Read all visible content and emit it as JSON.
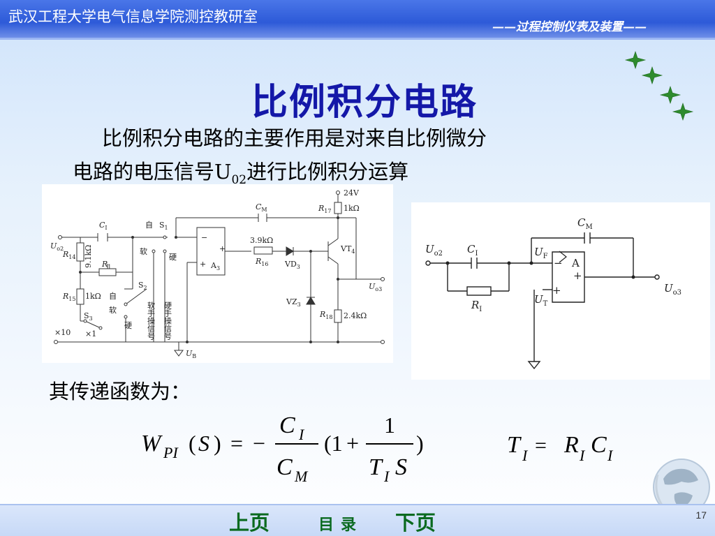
{
  "header": {
    "department": "武汉工程大学电气信息学院测控教研室",
    "course": "——过程控制仪表及装置——"
  },
  "slide": {
    "title": "比例积分电路",
    "para_line1": "比例积分电路的主要作用是对来自比例微分",
    "para_line2_pre": "电路的电压信号U",
    "para_line2_sub": "02",
    "para_line2_post": "进行比例积分运算",
    "tf_label": "其传递函数为：",
    "page_number": "17"
  },
  "circuit_left": {
    "Uo2": "U",
    "Uo2_sub": "o2",
    "R14": "R",
    "R14_sub": "14",
    "r14_val": "9.1kΩ",
    "R1": "R",
    "R1_sub": "1",
    "R15": "R",
    "R15_sub": "15",
    "r15_val": "1kΩ",
    "C1": "C",
    "C1_sub": "I",
    "CM": "C",
    "CM_sub": "M",
    "zi1": "自",
    "S1": "S",
    "S1_sub": "1",
    "ruan1": "软",
    "ying1": "硬",
    "S2": "S",
    "S2_sub": "2",
    "zi2": "自",
    "ruan2": "软",
    "ying2": "硬",
    "S3": "S",
    "S3_sub": "3",
    "x10": "×10",
    "x1": "×1",
    "soft_manual": "软手操信号",
    "hard_manual": "硬手操信号",
    "A3": "A",
    "A3_sub": "3",
    "minus": "−",
    "plus": "+",
    "r16_val": "3.9kΩ",
    "R16": "R",
    "R16_sub": "16",
    "VD3": "VD",
    "VD3_sub": "3",
    "VZ3": "VZ",
    "VZ3_sub": "3",
    "v24": "24V",
    "R17": "R",
    "R17_sub": "17",
    "r17_val": "1kΩ",
    "VT4": "VT",
    "VT4_sub": "4",
    "Uo3": "U",
    "Uo3_sub": "o3",
    "R18": "R",
    "R18_sub": "18",
    "r18_val": "2.4kΩ",
    "UB": "U",
    "UB_sub": "B"
  },
  "circuit_right": {
    "CM": "C",
    "CM_sub": "M",
    "Uo2": "U",
    "Uo2_sub": "o2",
    "CI": "C",
    "CI_sub": "I",
    "UF": "U",
    "UF_sub": "F",
    "A": "A",
    "minus": "−",
    "plus": "+",
    "Uo3": "U",
    "Uo3_sub": "o3",
    "RI": "R",
    "RI_sub": "I",
    "UT": "U",
    "UT_sub": "T"
  },
  "formula": {
    "W": "W",
    "W_sub": "PI",
    "lp": "(",
    "S": "S",
    "rp": ")",
    "eq": "=",
    "neg": "−",
    "C": "C",
    "C_sub": "I",
    "CM": "C",
    "CM_sub": "M",
    "one_open": "(1",
    "plus": "+",
    "one": "1",
    "close": ")",
    "T": "T",
    "T_sub": "I",
    "TS": "S",
    "rhs_T": "T",
    "rhs_T_sub": "I",
    "rhs_eq": "=",
    "rhs_R": "R",
    "rhs_R_sub": "I",
    "rhs_C": "C",
    "rhs_C_sub": "I"
  },
  "footer": {
    "prev": "上页",
    "toc": "目录",
    "next": "下页"
  },
  "colors": {
    "title": "#1418a8",
    "header_bar": "#2d5ad8",
    "nav_text": "#0a6a1f",
    "star": "#2e8b2e"
  }
}
